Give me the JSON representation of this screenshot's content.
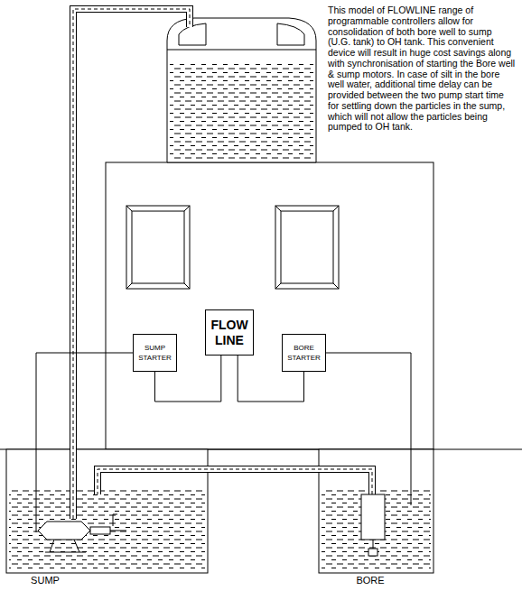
{
  "diagram": {
    "nodes": [
      {
        "text": [
          "FLOW LINE"
        ]
      },
      {
        "text": [
          "SUMP STARTER"
        ]
      },
      {
        "text": [
          "BORE STARTER"
        ]
      }
    ],
    "edges": [
      {
        "from": 0,
        "to": 1,
        "arrow": "none"
      },
      {
        "from": 0,
        "to": 2,
        "arrow": "none"
      }
    ],
    "labels": [
      "This model of FLOWLINE range of programmable controllers allow for consolidation of both bore well to sump (U.G. tank) to OH tank. This convenient device will result in huge cost savings along with synchronisation of starting the Bore well & sump motors. In case of silt in the bore well water, additional time delay can be provided between the two pump start time for settling down the particles in the sump, which will not allow the particles being pumped to OH tank.",
      "SUMP",
      "BORE"
    ]
  }
}
